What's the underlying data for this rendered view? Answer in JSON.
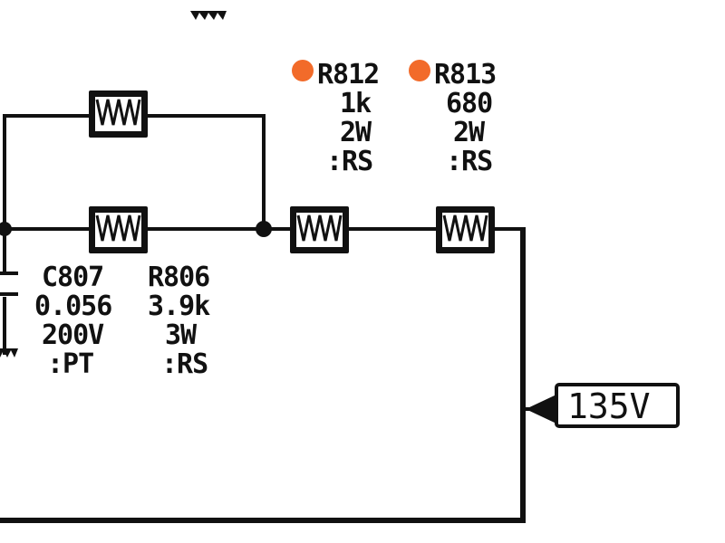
{
  "components": {
    "R812": {
      "ref": "R812",
      "value": "1k",
      "power": "2W",
      "type": ":RS",
      "marker_color": "#f26b2a"
    },
    "R813": {
      "ref": "R813",
      "value": "680",
      "power": "2W",
      "type": ":RS",
      "marker_color": "#f26b2a"
    },
    "R806": {
      "ref": "R806",
      "value": "3.9k",
      "power": "3W",
      "type": ":RS"
    },
    "C807": {
      "ref": "C807",
      "value": "0.056",
      "voltage": "200V",
      "type": ":PT"
    }
  },
  "net_label": {
    "text": "135V"
  }
}
